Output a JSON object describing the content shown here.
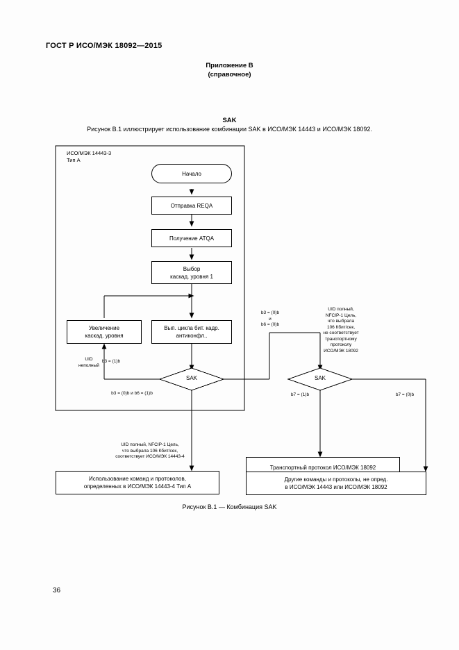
{
  "document": {
    "standard_header": "ГОСТ Р ИСО/МЭК 18092—2015",
    "annex_title": "Приложение В",
    "annex_subtitle": "(справочное)",
    "section_title": "SAK",
    "section_intro": "Рисунок В.1 иллюстрирует использование комбинации SAK в ИСО/МЭК 14443 и ИСО/МЭК 18092.",
    "figure_caption": "Рисунок В.1 — Комбинация SAK",
    "page_number": "36"
  },
  "diagram": {
    "group_label": "ИСО/МЭК 14443-3\nТип А",
    "nodes": {
      "start": "Начало",
      "send_reqa": "Отправка REQA",
      "recv_atqa": "Получение ATQA",
      "select_cascade": "Выбор\nкаскад. уровня 1",
      "increase_cascade": "Увеличение\nкаскад. уровня",
      "bit_frame_anticoll": "Вып. цикла бит. кадр.\nантиконфл..",
      "sak_left": "SAK",
      "sak_right": "SAK",
      "transport_protocol": "Транспортный протокол ИСО/МЭК 18092",
      "commands_14443": "Использование команд и протоколов,\nопределенных в ИСО/МЭК 14443-4 Тип А",
      "other_commands": "Другие команды и протоколы, не опред.\nв ИСО/МЭК 14443 или ИСО/МЭК 18092"
    },
    "edge_labels": {
      "uid_incomplete": "UID\nнеполный",
      "b3_1b": "b3 = (1)b",
      "b3_0b_and_b6_1b": "b3 = (0)b и b6 = (1)b",
      "b3_0b_and_b6_0b": "b3 = (0)b\nи\nb6 = (0)b",
      "uid_full_not_match": "UID полный,\nNFCIP-1 Цель,\nчто выбрала\n106 Кбит/сек,\nне соответствует\nтранспортному\nпротоколу\nИСО/МЭК 18092",
      "uid_full_match": "UID полный, NFCIP-1 Цель,\nчто выбрала 106 Кбит/сек,\nсоответствует ИСО/МЭК 14443-4",
      "b7_1b": "b7 = (1)b",
      "b7_0b": "b7 = (0)b"
    }
  },
  "colors": {
    "page_bg": "#fdfdfd",
    "ink": "#000000",
    "node_fill": "#ffffff"
  }
}
